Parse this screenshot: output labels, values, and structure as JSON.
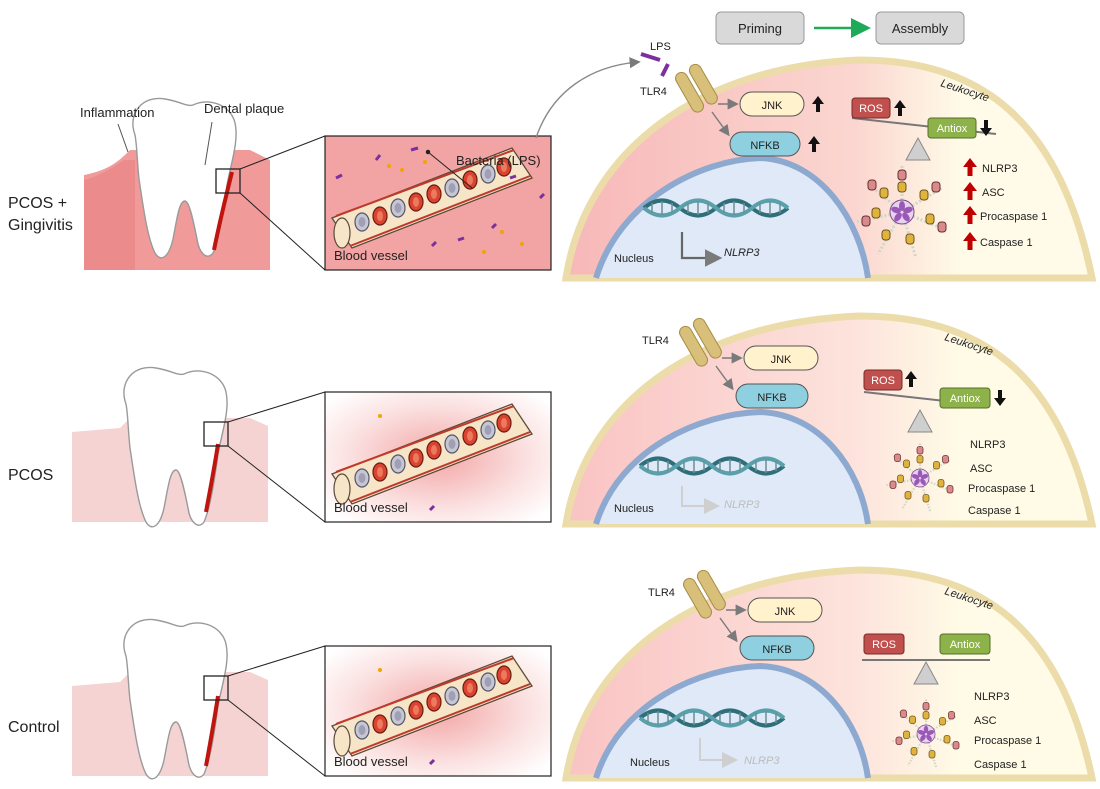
{
  "header": {
    "priming": "Priming",
    "assembly": "Assembly",
    "colors": {
      "box_fill": "#d9d9d9",
      "arrow": "#1faa5a"
    }
  },
  "labels": {
    "inflammation": "Inflammation",
    "dental_plaque": "Dental plaque",
    "bacteria": "Bacteria (LPS)",
    "blood_vessel": "Blood vessel",
    "lps": "LPS",
    "tlr4": "TLR4",
    "jnk": "JNK",
    "nfkb": "NFKB",
    "nucleus": "Nucleus",
    "nlrp3_gene": "NLRP3",
    "leukocyte": "Leukocyte",
    "ros": "ROS",
    "antiox": "Antiox",
    "inflammasome": [
      "NLRP3",
      "ASC",
      "Procaspase 1",
      "Caspase 1"
    ]
  },
  "rows": [
    {
      "id": "pcos-gingivitis",
      "label_line1": "PCOS +",
      "label_line2": "Gingivitis"
    },
    {
      "id": "pcos",
      "label_line1": "PCOS",
      "label_line2": ""
    },
    {
      "id": "control",
      "label_line1": "Control",
      "label_line2": ""
    }
  ],
  "colors": {
    "gum_inflamed": "#ef8f8f",
    "gum_normal": "#f6d3d3",
    "vessel_red": "#c0392b",
    "ros_fill": "#c0504d",
    "antiox_fill": "#8db24a",
    "jnk_fill": "#fff2cc",
    "nfkb_fill": "#8fd0e0",
    "tlr4_fill": "#d8bf7a",
    "nucleus_fill": "#dfe9f7",
    "nucleus_border": "#8da9cf",
    "cell_border": "#ecdcaa",
    "up_arrow": "#c00000"
  },
  "icons": [
    "up-arrow-icon",
    "down-arrow-icon",
    "tooth-icon",
    "dna-icon",
    "inflammasome-icon",
    "balance-scale-icon"
  ]
}
